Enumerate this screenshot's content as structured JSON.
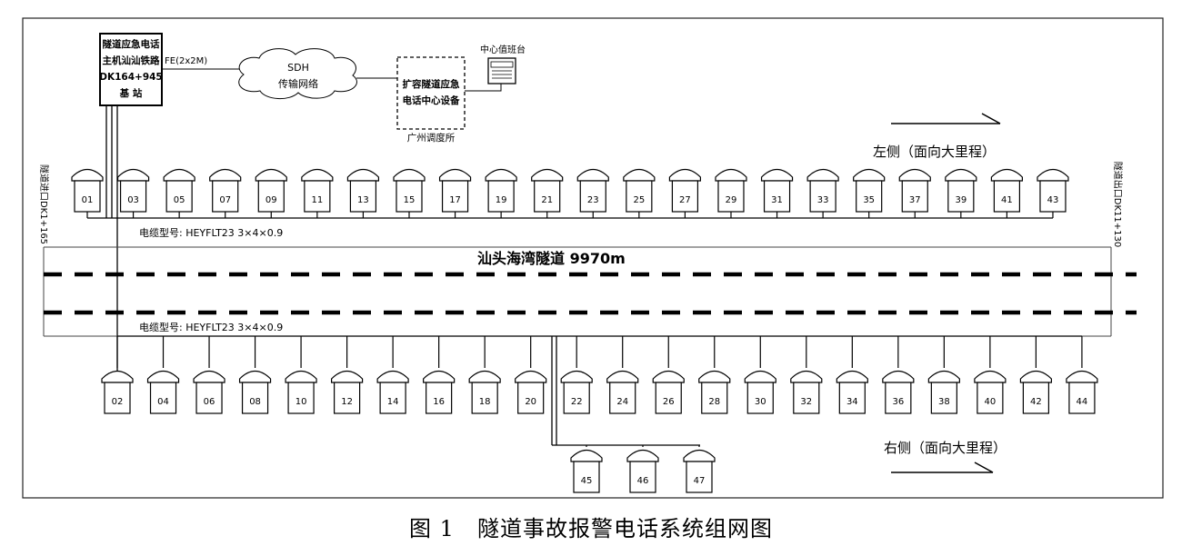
{
  "base_station": {
    "lines": [
      "隧道应急电话",
      "主机汕汕铁路",
      "DK164+945",
      "基 站"
    ]
  },
  "link_label": "FE(2x2M)",
  "sdh": {
    "line1": "SDH",
    "line2": "传输网络"
  },
  "center_equipment": {
    "lines": [
      "扩容隧道应急",
      "电话中心设备"
    ],
    "location": "广州调度所"
  },
  "console_label": "中心值班台",
  "left_side_label": "左侧（面向大里程）",
  "right_side_label": "右侧（面向大里程）",
  "entrance_label": "隧道进口DK1+165",
  "exit_label": "隧道出口DK11+130",
  "cable_top": "电缆型号: HEYFLT23  3×4×0.9",
  "cable_bottom": "电缆型号: HEYFLT23  3×4×0.9",
  "tunnel_label": "汕头海湾隧道 9970m",
  "phones_left": [
    "01",
    "03",
    "05",
    "07",
    "09",
    "11",
    "13",
    "15",
    "17",
    "19",
    "21",
    "23",
    "25",
    "27",
    "29",
    "31",
    "33",
    "35",
    "37",
    "39",
    "41",
    "43"
  ],
  "phones_right": [
    "02",
    "04",
    "06",
    "08",
    "10",
    "12",
    "14",
    "16",
    "18",
    "20",
    "22",
    "24",
    "26",
    "28",
    "30",
    "32",
    "34",
    "36",
    "38",
    "40",
    "42",
    "44"
  ],
  "phones_extra": [
    "45",
    "46",
    "47"
  ],
  "caption": "图 1　隧道事故报警电话系统组网图"
}
